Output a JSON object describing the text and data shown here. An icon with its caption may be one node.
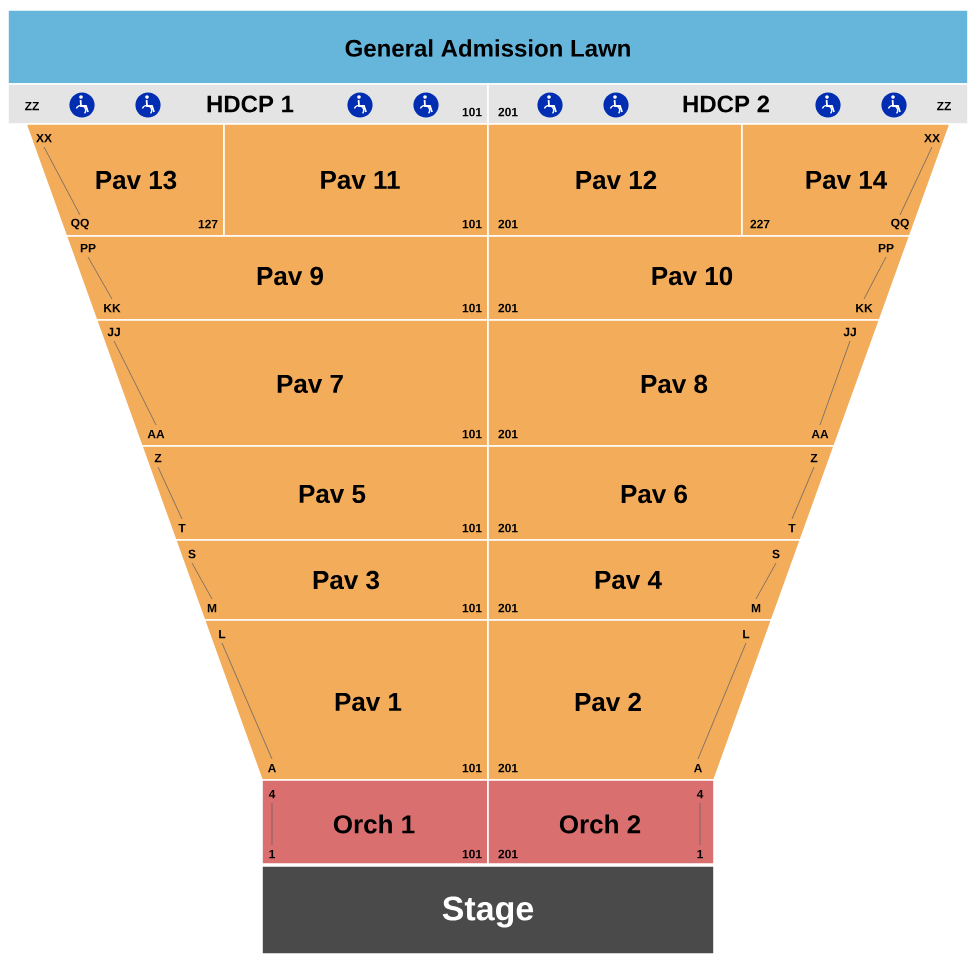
{
  "diagram": {
    "nodes": [
      {
        "text": [
          "General Admission Lawn"
        ]
      },
      {
        "text": [
          "ZZ",
          "HDCP 1",
          "101"
        ]
      },
      {
        "text": [
          "201",
          "HDCP 2",
          "ZZ"
        ]
      },
      {
        "text": [
          "Pav 13",
          "XX",
          "QQ",
          "127"
        ]
      },
      {
        "text": [
          "Pav 11",
          "101"
        ]
      },
      {
        "text": [
          "Pav 12",
          "201"
        ]
      },
      {
        "text": [
          "Pav 14",
          "XX",
          "227",
          "QQ"
        ]
      },
      {
        "text": [
          "Pav 9",
          "PP",
          "KK",
          "101"
        ]
      },
      {
        "text": [
          "Pav 10",
          "PP",
          "201",
          "KK"
        ]
      },
      {
        "text": [
          "Pav 7",
          "JJ",
          "AA",
          "101"
        ]
      },
      {
        "text": [
          "Pav 8",
          "JJ",
          "201",
          "AA"
        ]
      },
      {
        "text": [
          "Pav 5",
          "Z",
          "T",
          "101"
        ]
      },
      {
        "text": [
          "Pav 6",
          "Z",
          "201",
          "T"
        ]
      },
      {
        "text": [
          "Pav 3",
          "S",
          "M",
          "101"
        ]
      },
      {
        "text": [
          "Pav 4",
          "S",
          "201",
          "M"
        ]
      },
      {
        "text": [
          "Pav 1",
          "L",
          "A",
          "101"
        ]
      },
      {
        "text": [
          "Pav 2",
          "L",
          "201",
          "A"
        ]
      },
      {
        "text": [
          "Orch 1",
          "4",
          "1",
          "101"
        ]
      },
      {
        "text": [
          "Orch 2",
          "4",
          "201",
          "1"
        ]
      },
      {
        "text": [
          "Stage"
        ]
      }
    ]
  }
}
